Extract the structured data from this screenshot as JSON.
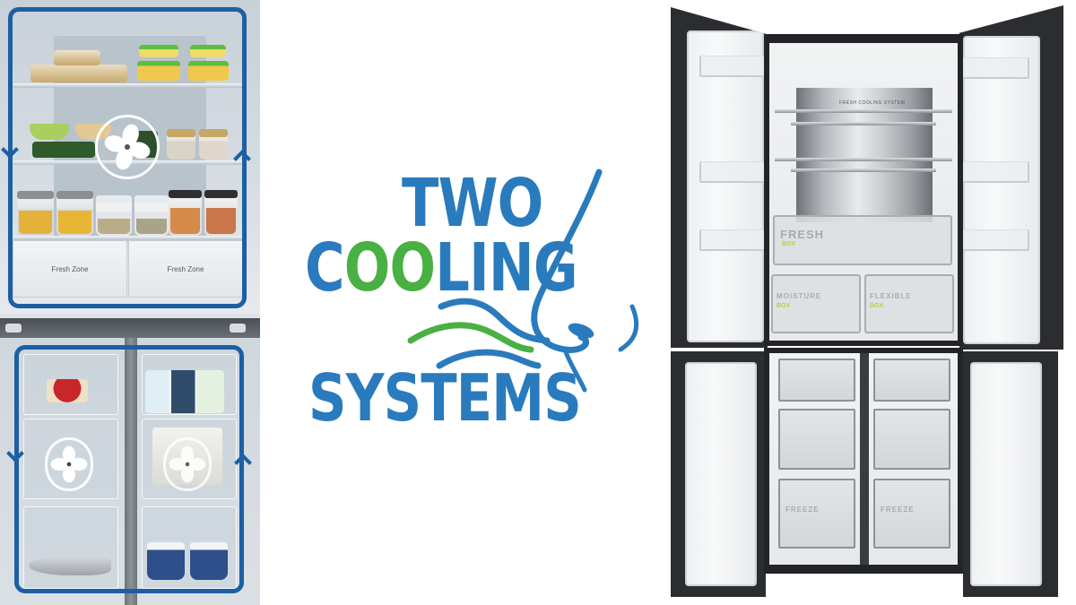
{
  "image": {
    "description": "Promotional graphic for a four-door refrigerator with two independent cooling systems",
    "colors": {
      "logo_blue": "#2a7bbd",
      "logo_green": "#49b044",
      "airflow_blue": "#1d5fa3",
      "fridge_body": "#2b2d30",
      "background": "#ffffff"
    }
  },
  "left_panel": {
    "top_compartment": {
      "drawers": [
        {
          "label": "Fresh Zone"
        },
        {
          "label": "Fresh Zone"
        }
      ],
      "fan_icon": "fan-icon",
      "airflow": {
        "left_arrow": "down",
        "right_arrow": "up"
      }
    },
    "bottom_compartment": {
      "fan_icons": [
        "fan-icon",
        "fan-icon"
      ],
      "airflow": {
        "left_arrow": "down",
        "right_arrow": "up"
      }
    }
  },
  "logo": {
    "line1": "TWO",
    "line2_prefix": "C",
    "line2_green": "OO",
    "line2_suffix": "LING",
    "line3": "SYSTEMS"
  },
  "right_panel": {
    "back_panel_label": "FRESH COOLING SYSTEM",
    "crisper_top": {
      "label": "FRESH",
      "sub": "BOX"
    },
    "crisper_left": {
      "label": "MOISTURE",
      "sub": "BOX"
    },
    "crisper_right": {
      "label": "FLEXIBLE",
      "sub": "BOX"
    },
    "freezer_left": {
      "label": "FREEZE"
    },
    "freezer_right": {
      "label": "FREEZE"
    }
  }
}
